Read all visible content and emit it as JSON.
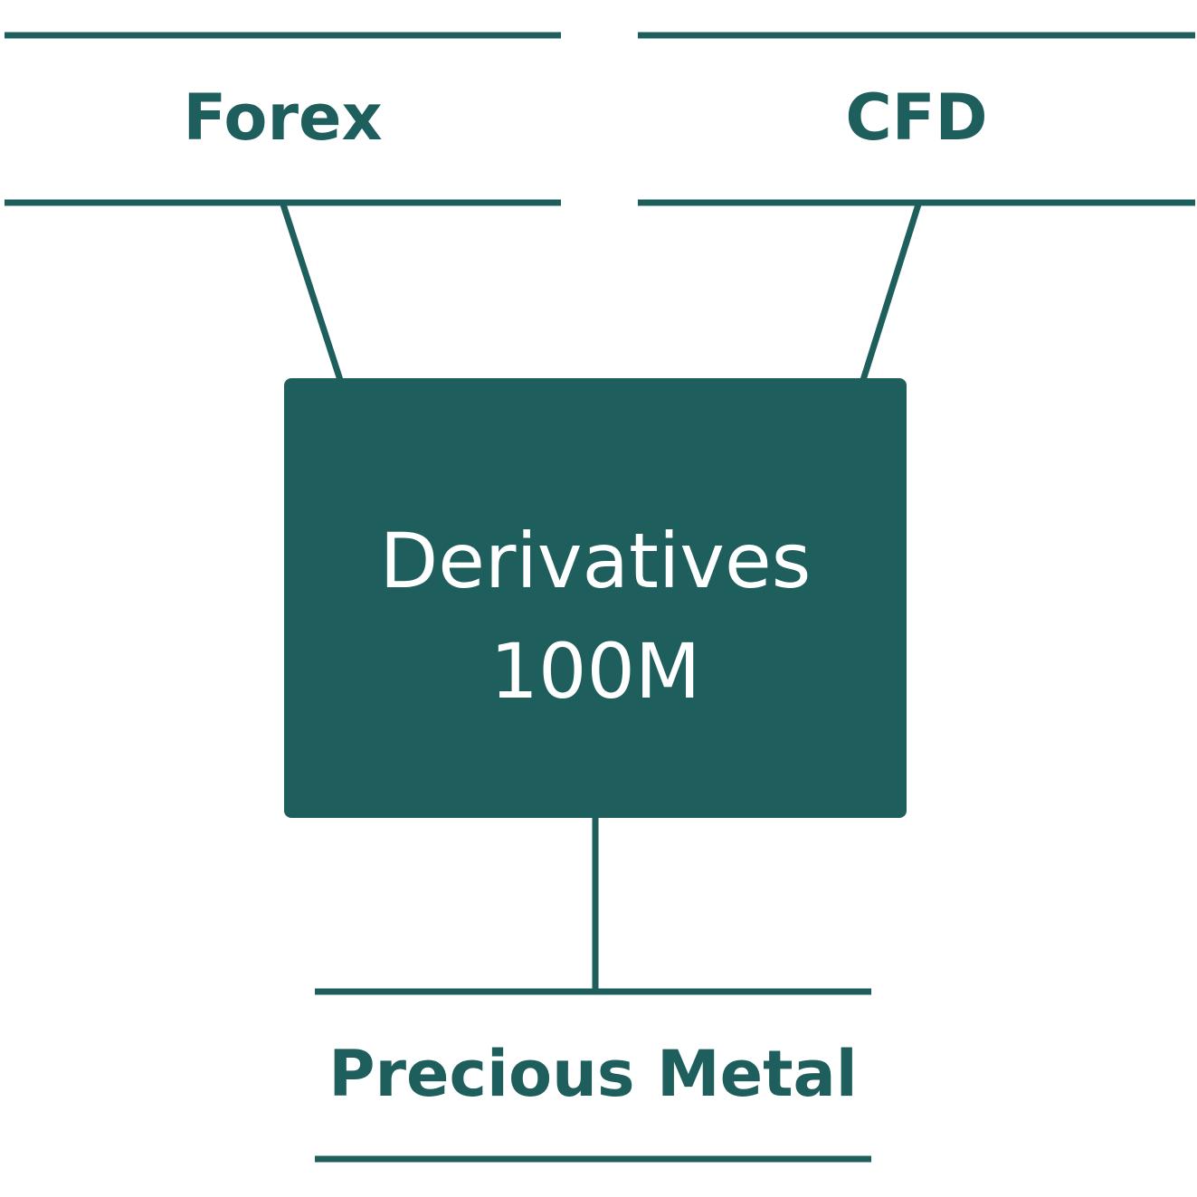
{
  "colors": {
    "primary": "#1e5e5c",
    "background": "#ffffff",
    "box_text": "#ffffff"
  },
  "center": {
    "title": "Derivatives",
    "value": "100M"
  },
  "nodes": [
    {
      "label": "Forex"
    },
    {
      "label": "CFD"
    },
    {
      "label": "Precious Metal"
    }
  ]
}
